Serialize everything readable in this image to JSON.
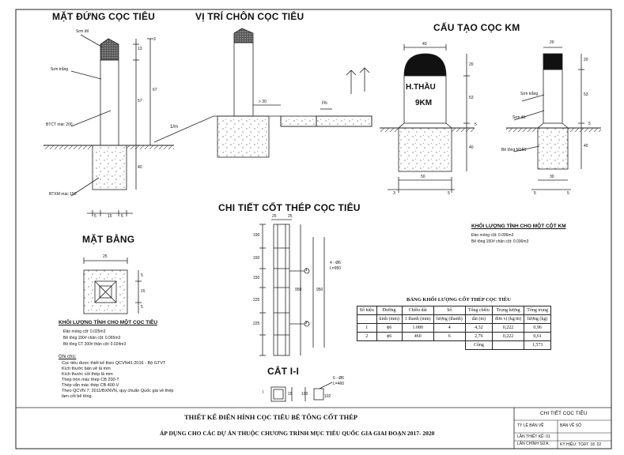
{
  "titles": {
    "mat_dung": "MẶT ĐỨNG CỌC TIÊU",
    "vi_tri": "VỊ TRÍ CHÔN CỌC TIÊU",
    "cau_tao": "CẤU TẠO CỌC KM",
    "chi_tiet": "CHI TIẾT CỐT THÉP CỌC TIÊU",
    "mat_bang": "MẶT BẰNG",
    "cat": "CẮT I-I"
  },
  "labels": {
    "son_do": "Sơn đỏ",
    "son_trang": "Sơn trắng",
    "btct_mac": "BTCT mác 200",
    "btxm_mac": "BTXM mác 150",
    "son_trang_km": "Sơn trắng",
    "son_do_km": "Sơn đỏ",
    "bt_m150": "Bê tông M150",
    "km_name": "H.THẦU",
    "km_value": "9KM",
    "slope1": "1/m",
    "slope2": "i%",
    "dist_30": "> 30",
    "rebar_a": "4 - Ø6",
    "rebar_a2": "L=950",
    "rebar_b": "6 - Ø6",
    "rebar_b2": "L=460",
    "section": "I"
  },
  "dims": {
    "md_13": "13",
    "md_3": "3",
    "md_57": "57",
    "md_67": "67",
    "md_40": "40",
    "md_5a": "5",
    "md_15": "15",
    "md_5b": "5",
    "km_40": "40",
    "km_20": "20",
    "km_53": "53",
    "km_5": "5",
    "km_40b": "40",
    "km_50": "50",
    "km_3a": "3",
    "km_5c": "5",
    "sd_20": "20",
    "sd_20b": "20",
    "sd_53": "53",
    "sd_5": "5",
    "sd_40": "40",
    "sd_5a": "5",
    "sd_30": "30",
    "sd_5b": "5",
    "ct_25": "25",
    "ct_25b": "25",
    "ct_190": "190",
    "ct_150a": "150",
    "ct_150b": "150",
    "ct_225a": "225",
    "ct_225b": "225",
    "ct_950": "950",
    "ct_950b": "950",
    "ct_n1": "1",
    "ct_n2": "2",
    "mb_25": "25",
    "mb_5": "5",
    "mb_15": "15",
    "mb_5b": "5",
    "cut_15": "15",
    "cut_100": "100",
    "cut_102": "102"
  },
  "kl_km": {
    "title": "KHỐI LƯỢNG TÍNH CHO MỘT CỘT KM",
    "lines": [
      "Đào móng cột: 0.096m3",
      "Bê tông 150# chân cột: 0.036m3"
    ]
  },
  "kl_ct": {
    "title": "KHỐI LƯỢNG TÍNH CHO MỘT CỌC TIÊU",
    "lines": [
      "Đào móng cột: 0.025m3",
      "Bê tông 150# chân cột: 0.065m3",
      "Bê tông CT 200# thân cột: 0.024m3"
    ]
  },
  "notes": {
    "title": "Ghi chú:",
    "lines": [
      "Cọc tiêu được thiết kế theo QCVN41:2016 - Bộ GTVT",
      "Kích thước bản vẽ là mm",
      "Kích thước cốt thép là mm",
      "Thép tròn mác thép CB 200-T",
      "Thép vằn mác thép CB 400-V",
      "Theo QCVN 7: 2011/BXNVN, quy chuẩn Quốc gia về thép",
      "làm cốt bê tông."
    ]
  },
  "steel_table": {
    "title": "BẢNG KHỐI LƯỢNG CỐT THÉP CỌC TIÊU",
    "headers_top": [
      "Số hiệu",
      "Đường",
      "Chiều dài",
      "Số",
      "Tổng chiều",
      "Trọng lượng",
      "Tổng trọng"
    ],
    "headers_bot": [
      "",
      "kính (mm)",
      "1 thanh (mm)",
      "lượng (thanh)",
      "dài (m)",
      "đơn vị (kg/m)",
      "lượng (kg)"
    ],
    "rows": [
      [
        "1",
        "ϕ6",
        "1.080",
        "4",
        "4,32",
        "0,222",
        "0,96"
      ],
      [
        "2",
        "ϕ6",
        "460",
        "6",
        "2,76",
        "0,222",
        "0,61"
      ]
    ],
    "total_label": "Cộng",
    "total_value": "1,573"
  },
  "title_block": {
    "line1": "THIẾT KẾ ĐIỂN HÌNH CỌC TIÊU BÊ TÔNG CỐT THÉP",
    "line2": "ÁP DỤNG CHO CÁC DỰ ÁN THUỘC CHƯƠNG TRÌNH MỤC TIÊU QUỐC GIA GIAI ĐOẠN 2017- 2020",
    "sheet_name": "CHI TIẾT CỌC TIÊU",
    "cell_a": "TỶ LỆ BẢN VẼ",
    "cell_b": "BẢN VẼ SỐ",
    "cell_c": "LẦN THIẾT KẾ: 01",
    "cell_d": "LẦN CHỈNH SỬA:",
    "cell_e": "KÝ HIỆU: TCĐT. 18. 02"
  }
}
